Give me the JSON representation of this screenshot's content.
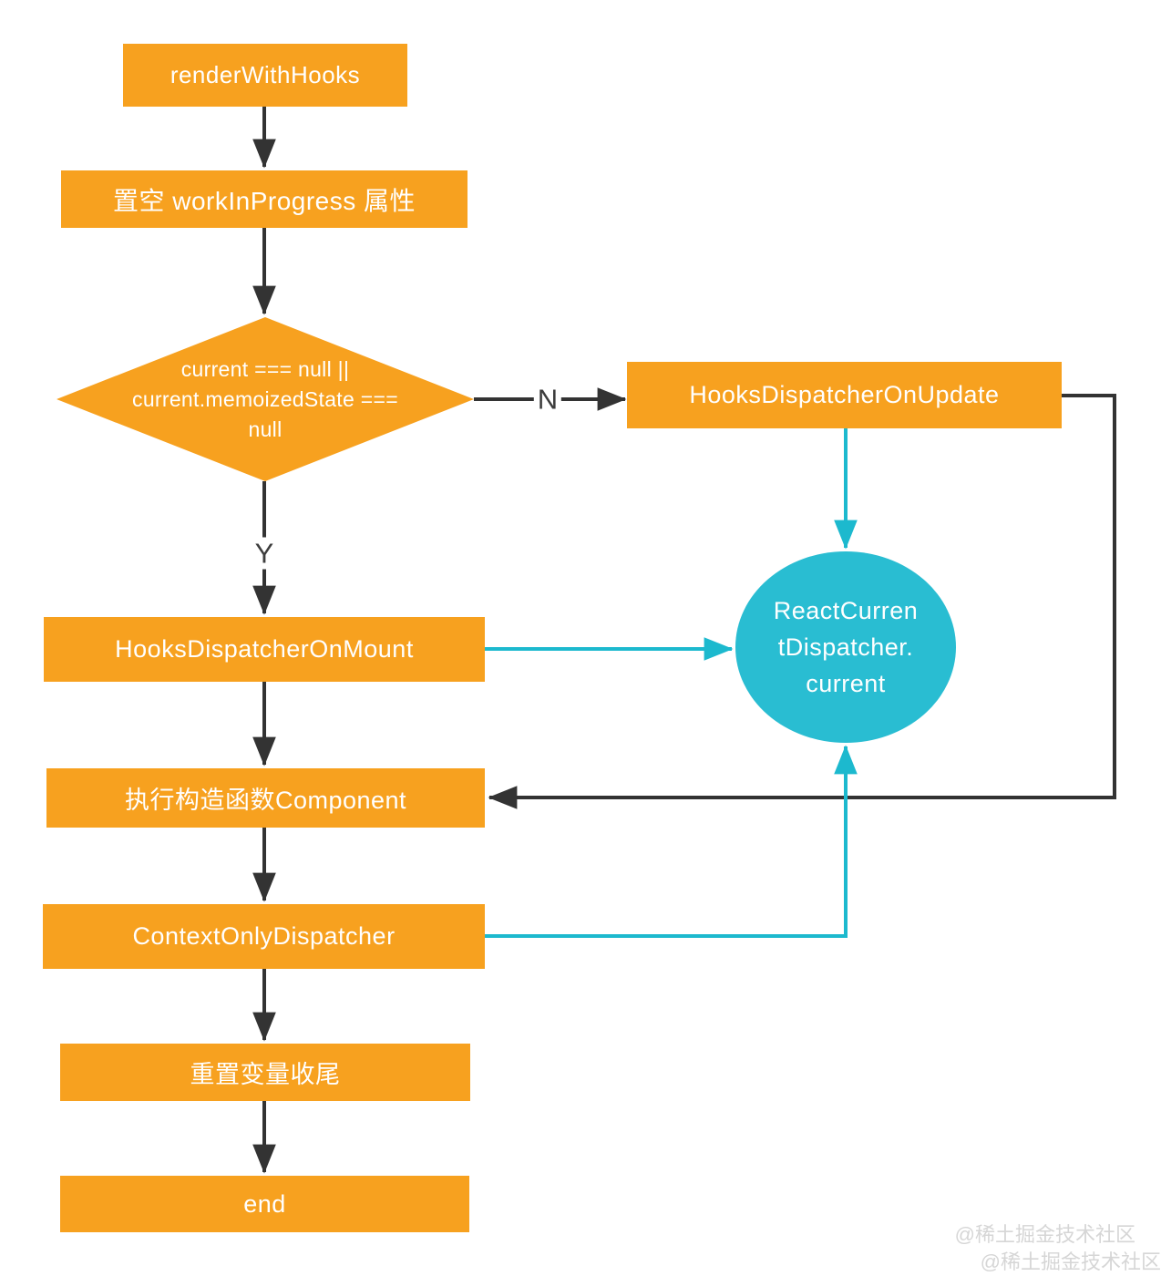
{
  "nodes": {
    "render_with_hooks": "renderWithHooks",
    "clear_work_in_progress": "置空 workInProgress 属性",
    "decision": {
      "line1": "current === null ||",
      "line2": "current.memoizedState ===",
      "line3": "null"
    },
    "hooks_dispatcher_on_update": "HooksDispatcherOnUpdate",
    "react_current_dispatcher": {
      "line1": "ReactCurren",
      "line2": "tDispatcher.",
      "line3": "current"
    },
    "hooks_dispatcher_on_mount": "HooksDispatcherOnMount",
    "execute_component": "执行构造函数Component",
    "context_only_dispatcher": "ContextOnlyDispatcher",
    "reset_variables": "重置变量收尾",
    "end": "end"
  },
  "edge_labels": {
    "no": "N",
    "yes": "Y"
  },
  "watermark": {
    "line1": "@稀土掘金技术社区",
    "line2": "@稀土掘金技术社区"
  },
  "colors": {
    "process_fill": "#F7A11F",
    "process_text": "#FFFFFF",
    "flow_line": "#333333",
    "dispatcher_fill": "#29BDD2",
    "dispatcher_line": "#1CB9CE",
    "edge_label_text": "#3D3D3D",
    "watermark_text": "#D6D6D6",
    "background": "#FFFFFF"
  }
}
